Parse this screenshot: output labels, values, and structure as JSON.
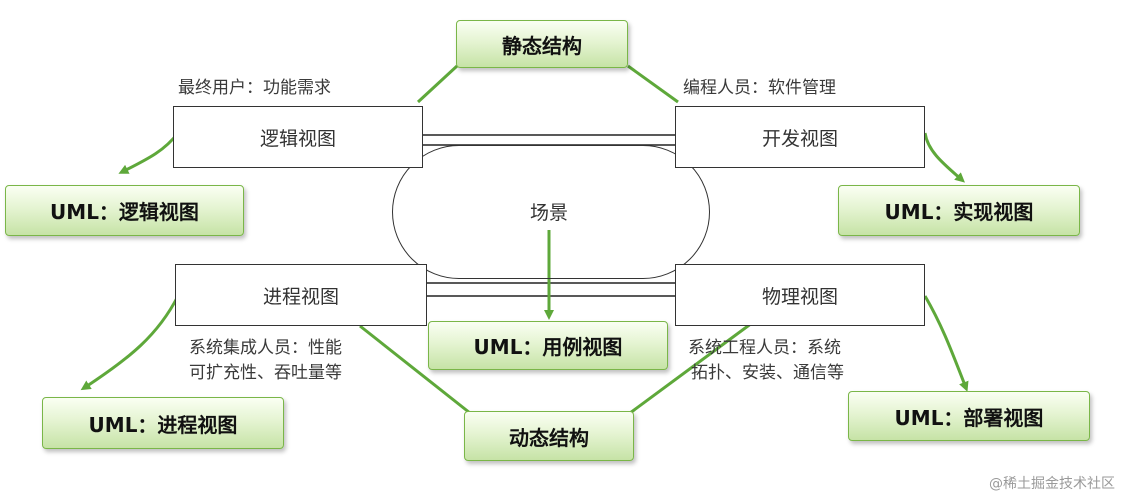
{
  "diagram": {
    "static_structure": "静态结构",
    "dynamic_structure": "动态结构",
    "scene": "场景",
    "views": {
      "logical": "逻辑视图",
      "development": "开发视图",
      "process": "进程视图",
      "physical": "物理视图"
    },
    "uml": {
      "logical": "UML：逻辑视图",
      "implementation": "UML：实现视图",
      "use_case": "UML：用例视图",
      "process": "UML：进程视图",
      "deployment": "UML：部署视图"
    },
    "notes": {
      "end_user": "最终用户：功能需求",
      "programmer": "编程人员：软件管理",
      "integrator_line1": "系统集成人员：性能",
      "integrator_line2": "可扩充性、吞吐量等",
      "engineer_line1": "系统工程人员：系统",
      "engineer_line2": "拓扑、安装、通信等"
    },
    "colors": {
      "accent_green": "#5ea83a",
      "box_border": "#333333"
    }
  },
  "watermark": "@稀土掘金技术社区"
}
